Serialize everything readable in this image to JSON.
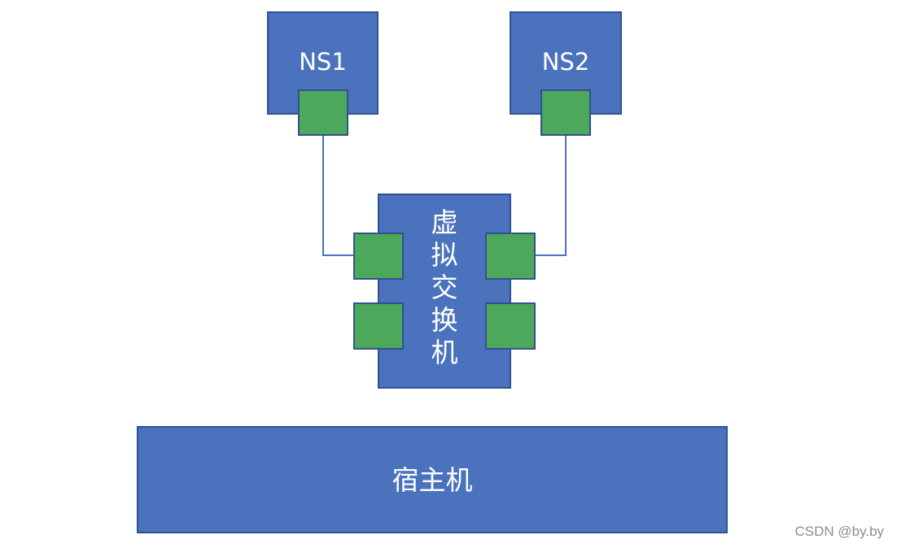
{
  "diagram": {
    "ns1": {
      "label": "NS1"
    },
    "ns2": {
      "label": "NS2"
    },
    "switch": {
      "label": "虚拟交换机"
    },
    "host": {
      "label": "宿主机"
    }
  },
  "watermark": "CSDN @by.by",
  "colors": {
    "box_fill": "#4a72bd",
    "box_border": "#2f528f",
    "port_fill": "#4ea85b",
    "link": "#4a72bd",
    "label": "#ffffff",
    "watermark": "#8c8c8c"
  }
}
